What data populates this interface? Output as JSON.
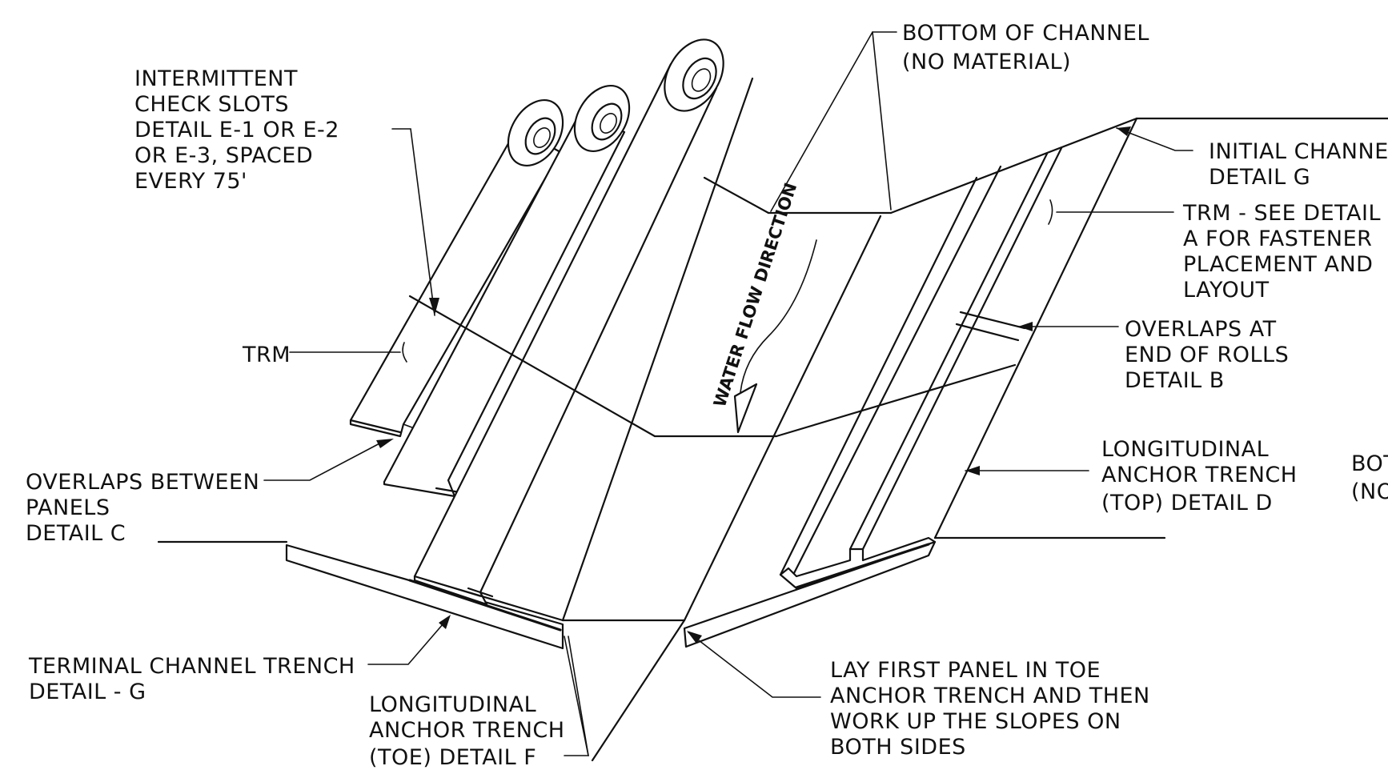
{
  "labels": {
    "check_slots": [
      "INTERMITTENT",
      "CHECK SLOTS",
      "DETAIL E-1 OR E-2",
      "OR E-3, SPACED",
      "EVERY 75'"
    ],
    "bottom_channel": [
      "BOTTOM OF CHANNEL",
      "(NO MATERIAL)"
    ],
    "initial_channel": [
      "INITIAL CHANNEL",
      "DETAIL G"
    ],
    "trm_right": [
      "TRM - SEE DETAIL",
      "A FOR FASTENER",
      "PLACEMENT AND",
      "LAYOUT"
    ],
    "trm_left": "TRM",
    "overlaps_end": [
      "OVERLAPS AT",
      "END OF ROLLS",
      "DETAIL B"
    ],
    "overlaps_between": [
      "OVERLAPS BETWEEN",
      "PANELS",
      "DETAIL C"
    ],
    "longitudinal_top": [
      "LONGITUDINAL",
      "ANCHOR TRENCH",
      "(TOP) DETAIL D"
    ],
    "bottom_right_cut": [
      "BOT",
      "(NO"
    ],
    "terminal_trench": [
      "TERMINAL CHANNEL TRENCH",
      "DETAIL - G"
    ],
    "longitudinal_toe": [
      "LONGITUDINAL",
      "ANCHOR TRENCH",
      "(TOE) DETAIL F"
    ],
    "lay_first_panel": [
      "LAY FIRST PANEL IN TOE",
      "ANCHOR TRENCH AND THEN",
      "WORK UP THE SLOPES ON",
      "BOTH SIDES"
    ],
    "water_flow": "WATER FLOW DIRECTION"
  }
}
